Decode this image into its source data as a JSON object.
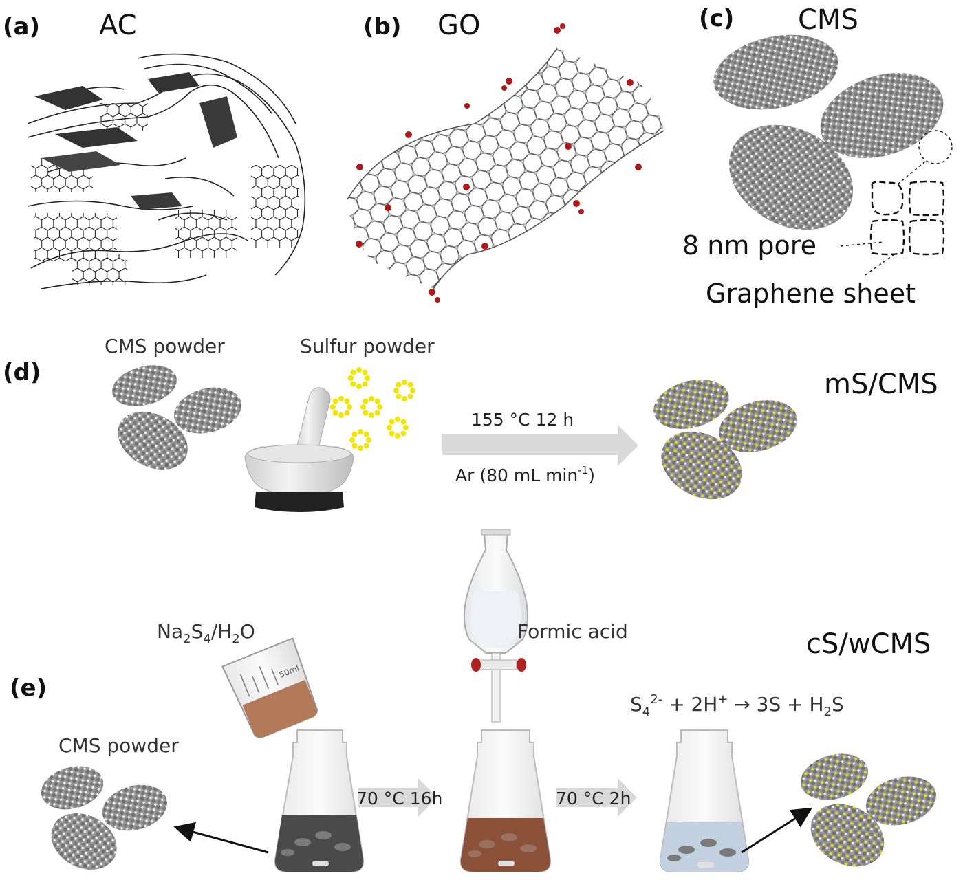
{
  "panels": {
    "a": {
      "letter": "(a)",
      "title": "AC"
    },
    "b": {
      "letter": "(b)",
      "title": "GO"
    },
    "c": {
      "letter": "(c)",
      "title": "CMS",
      "pore_label": "8 nm pore",
      "sheet_label": "Graphene sheet"
    },
    "d": {
      "letter": "(d)",
      "cms_label": "CMS powder",
      "sulfur_label": "Sulfur powder",
      "arrow_top": "155 °C 12 h",
      "arrow_bottom_pre": "Ar (80 mL min",
      "arrow_bottom_sup": "-1",
      "arrow_bottom_post": ")",
      "product": "mS/CMS"
    },
    "e": {
      "letter": "(e)",
      "cms_label": "CMS powder",
      "reagent_pre": "Na",
      "reagent_sub1": "2",
      "reagent_mid": "S",
      "reagent_sub2": "4",
      "reagent_mid2": "/H",
      "reagent_sub3": "2",
      "reagent_post": "O",
      "beaker_marks": "50ml",
      "acid_label": "Formic acid",
      "arrow1": "70 °C 16h",
      "arrow2": "70 °C 2h",
      "eq_s": "S",
      "eq_s_sub": "4",
      "eq_s_sup": "2-",
      "eq_mid": " + 2H",
      "eq_h_sup": "+",
      "eq_arrow": " → 3S + H",
      "eq_h2s_sub": "2",
      "eq_end": "S",
      "product": "cS/wCMS"
    }
  },
  "colors": {
    "carbon": "#8a8a8a",
    "sulfur": "#f2e600",
    "oxygen": "#b01818",
    "arrow": "#d9d9d9",
    "flask_black": "#4a4a4a",
    "flask_brown": "#8a5038",
    "flask_blue": "#c2d0e0",
    "beaker_liquid": "#b37a5a"
  }
}
